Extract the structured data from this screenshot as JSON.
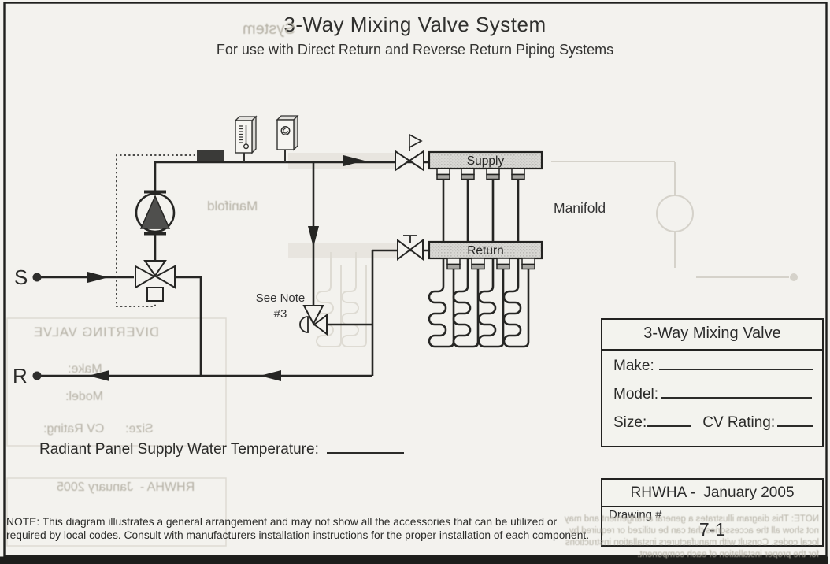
{
  "title": {
    "main": "3-Way Mixing Valve System",
    "subtitle": "For use with Direct Return and Reverse Return Piping Systems"
  },
  "diagram": {
    "supply_point_label": "S",
    "return_point_label": "R",
    "supply_manifold_label": "Supply",
    "return_manifold_label": "Return",
    "manifold_caption": "Manifold",
    "see_note_label": "See Note",
    "see_note_number": "#3",
    "loops_count": 4
  },
  "fields": {
    "radiant_panel_temp_label": "Radiant Panel Supply Water Temperature:",
    "radiant_panel_temp_value": ""
  },
  "valve_spec_box": {
    "header": "3-Way Mixing Valve",
    "make_label": "Make:",
    "make_value": "",
    "model_label": "Model:",
    "model_value": "",
    "size_label": "Size:",
    "size_value": "",
    "cv_rating_label": "CV Rating:",
    "cv_rating_value": ""
  },
  "drawing_info_box": {
    "header": "RHWHA -  January 2005",
    "drawing_number_label": "Drawing #",
    "drawing_number": "7-1"
  },
  "note": "NOTE: This diagram illustrates a general arrangement and may not show all the accessories that can be utilized or required by local codes. Consult with manufacturers installation instructions for the proper installation of each component.",
  "ghost_bleedthrough": {
    "system": "System",
    "manifold": "Manifold",
    "diverting_valve": "DIVERTING VALVE",
    "make": "Make:",
    "model": "Model:",
    "size_cv": "Size:      CV Rating:",
    "rhwha": "RHWHA -  January 2005"
  },
  "colors": {
    "ink": "#2b2b2b",
    "paper": "#f3f2ee",
    "manifold_fill": "#d9d8d4",
    "sensor_fill": "#3a3a38",
    "pump_triangle": "#4f4f4d",
    "ghost": "#b5b1a5"
  }
}
